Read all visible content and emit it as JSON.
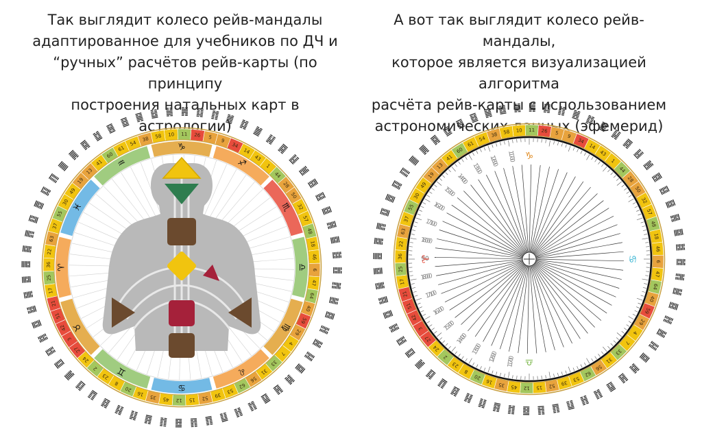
{
  "captions": {
    "left": [
      "Так выглядит колесо рейв-мандалы",
      "адаптированное для учебников по ДЧ и",
      "“ручных” расчётов рейв-карты (по принципу",
      "построения натальных карт в астрологии)"
    ],
    "right": [
      "А вот так выглядит колесо рейв-мандалы,",
      "которое является визуализацией алгоритма",
      "расчёта рейв-карты с использованием",
      "астрономических данных (эфемерид)"
    ]
  },
  "gates": [
    "10",
    "11",
    "26",
    "5",
    "9",
    "34",
    "14",
    "43",
    "1",
    "44",
    "28",
    "50",
    "32",
    "57",
    "48",
    "18",
    "46",
    "6",
    "47",
    "64",
    "40",
    "59",
    "29",
    "4",
    "7",
    "33",
    "31",
    "56",
    "62",
    "53",
    "39",
    "52",
    "15",
    "12",
    "45",
    "35",
    "16",
    "20",
    "8",
    "23",
    "2",
    "24",
    "27",
    "3",
    "42",
    "51",
    "21",
    "17",
    "25",
    "36",
    "22",
    "63",
    "37",
    "55",
    "30",
    "49",
    "19",
    "13",
    "41",
    "60",
    "61",
    "54",
    "38",
    "58"
  ],
  "gate_colors": [
    "#f1c40f",
    "#a3c75e",
    "#e74c3c",
    "#e8a33d",
    "#e8a33d",
    "#e74c3c",
    "#f1c40f",
    "#f1c40f",
    "#f1c40f",
    "#a3c75e",
    "#e8a33d",
    "#e8a33d",
    "#f1c40f",
    "#f1c40f",
    "#a3c75e",
    "#f1c40f",
    "#f1c40f",
    "#e8a33d",
    "#f1c40f",
    "#a3c75e",
    "#e8a33d",
    "#e74c3c",
    "#e8a33d",
    "#f1c40f",
    "#f1c40f",
    "#a3c75e",
    "#f1c40f",
    "#e8a33d",
    "#a3c75e",
    "#f1c40f",
    "#f1c40f",
    "#e8a33d",
    "#f1c40f",
    "#a3c75e",
    "#f1c40f",
    "#e8a33d",
    "#f1c40f",
    "#a3c75e",
    "#f1c40f",
    "#f1c40f",
    "#a3c75e",
    "#f1c40f",
    "#e74c3c",
    "#e74c3c",
    "#e74c3c",
    "#e74c3c",
    "#e74c3c",
    "#f1c40f",
    "#a3c75e",
    "#f1c40f",
    "#f1c40f",
    "#e8a33d",
    "#f1c40f",
    "#a3c75e",
    "#f1c40f",
    "#f1c40f",
    "#e8a33d",
    "#e8a33d",
    "#f1c40f",
    "#a3c75e",
    "#f1c40f",
    "#f1c40f",
    "#e8a33d",
    "#f1c40f"
  ],
  "zodiac_left": [
    {
      "sym": "♑",
      "color": "#e0a030"
    },
    {
      "sym": "♐",
      "color": "#f39c40"
    },
    {
      "sym": "♏",
      "color": "#e74c3c"
    },
    {
      "sym": "♎",
      "color": "#8fc36a"
    },
    {
      "sym": "♍",
      "color": "#e0a030"
    },
    {
      "sym": "♌",
      "color": "#f39c40"
    },
    {
      "sym": "♋",
      "color": "#5aaee0"
    },
    {
      "sym": "♊",
      "color": "#8fc36a"
    },
    {
      "sym": "♉",
      "color": "#e0a030"
    },
    {
      "sym": "♈",
      "color": "#f39c40"
    },
    {
      "sym": "♓",
      "color": "#5aaee0"
    },
    {
      "sym": "♒",
      "color": "#8fc36a"
    }
  ],
  "zodiac_right": [
    {
      "sym": "♑",
      "color": "#e08a20"
    },
    {
      "sym": "♋",
      "color": "#2ab0d0"
    },
    {
      "sym": "♎",
      "color": "#7ab648"
    },
    {
      "sym": "♈",
      "color": "#e74c3c"
    }
  ],
  "centers": {
    "head": {
      "color": "#f1c40f"
    },
    "ajna": {
      "color": "#2e7d4f"
    },
    "throat": {
      "color": "#6b4a2e"
    },
    "g": {
      "color": "#f1c40f"
    },
    "heart": {
      "color": "#a5213a"
    },
    "sacral": {
      "color": "#a5213a"
    },
    "spleen": {
      "color": "#6b4a2e"
    },
    "solar_plexus": {
      "color": "#6b4a2e"
    },
    "root": {
      "color": "#6b4a2e"
    }
  },
  "degree_labels": [
    "10",
    "20",
    "30",
    "40",
    "50",
    "60",
    "70",
    "80",
    "90",
    "100",
    "110",
    "120",
    "130",
    "140",
    "150",
    "160",
    "170"
  ]
}
